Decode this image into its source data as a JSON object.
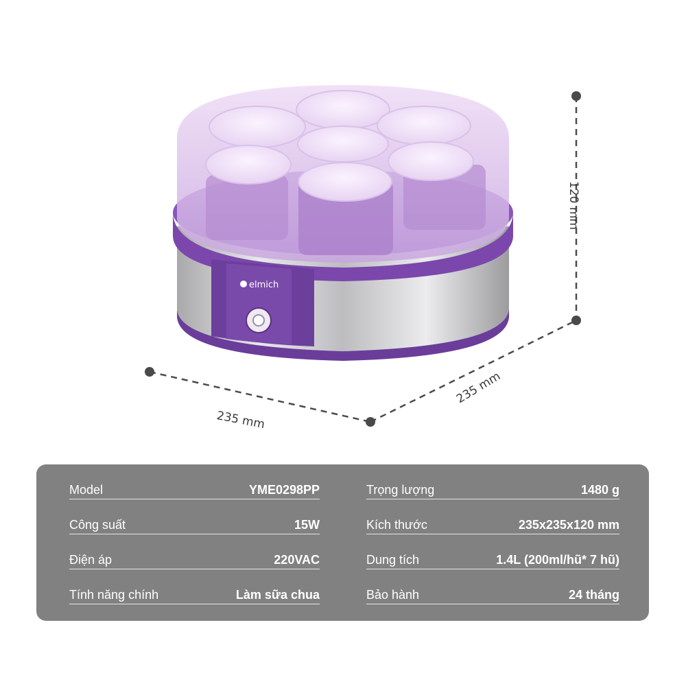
{
  "product": {
    "brand_logo": "elmich",
    "power_button_icon": "power-switch-icon"
  },
  "dimensions": {
    "width_left": "235 mm",
    "width_right": "235 mm",
    "height": "120 mm"
  },
  "specs": {
    "left": [
      {
        "label": "Model",
        "value": "YME0298PP"
      },
      {
        "label": "Công suất",
        "value": "15W"
      },
      {
        "label": "Điện áp",
        "value": "220VAC"
      },
      {
        "label": "Tính năng chính",
        "value": "Làm sữa chua"
      }
    ],
    "right": [
      {
        "label": "Trọng lượng",
        "value": "1480 g"
      },
      {
        "label": "Kích thước",
        "value": "235x235x120 mm"
      },
      {
        "label": "Dung tích",
        "value": "1.4L (200ml/hũ* 7 hũ)"
      },
      {
        "label": "Bảo hành",
        "value": "24 tháng"
      }
    ]
  },
  "colors": {
    "purple": "#6a3d9a",
    "lid": "#e5cdf0",
    "panel": "#818181"
  }
}
